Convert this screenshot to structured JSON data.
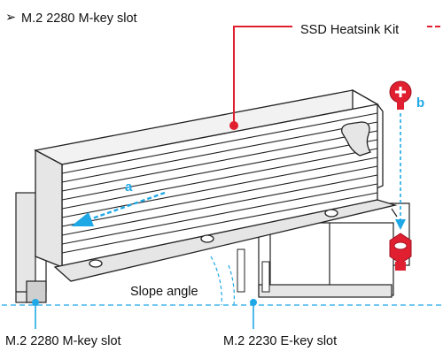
{
  "header": {
    "bullet": "➢",
    "text": "M.2 2280 M-key slot"
  },
  "callouts": {
    "heatsink_kit": "SSD Heatsink Kit",
    "slope_angle": "Slope angle",
    "left_slot": "M.2 2280 M-key slot",
    "right_slot": "M.2 2230 E-key slot"
  },
  "steps": {
    "a": "a",
    "b": "b"
  },
  "colors": {
    "arrow_blue": "#1fa8e6",
    "leader_red": "#e0202f",
    "screw_red": "#e02030",
    "outline": "#222222",
    "fill": "#ffffff",
    "shade": "#e6e6e6"
  }
}
